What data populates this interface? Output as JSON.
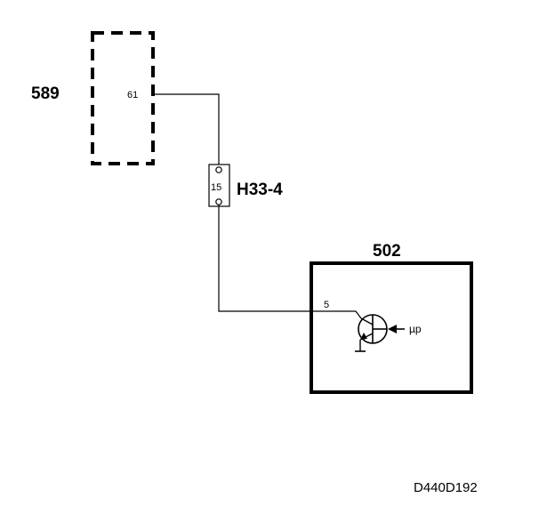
{
  "components": {
    "module_589": {
      "label": "589",
      "pin": "61"
    },
    "connector_h33": {
      "label": "H33-4",
      "pin": "15"
    },
    "module_502": {
      "label": "502",
      "pin": "5",
      "signal": "µp"
    }
  },
  "figure_code": "D440D192"
}
